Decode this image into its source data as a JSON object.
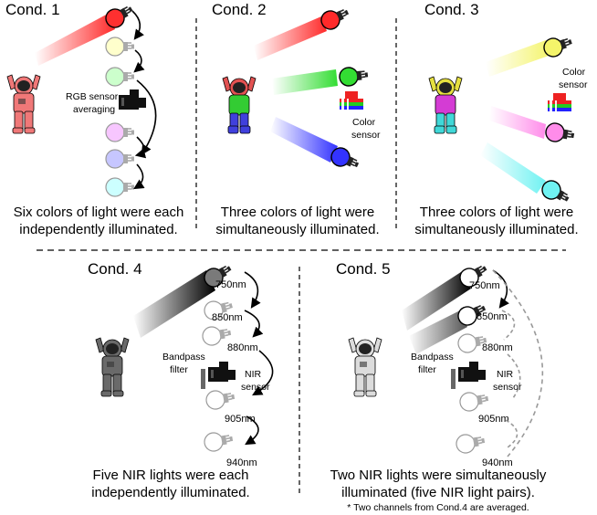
{
  "panels": {
    "cond1": {
      "title": "Cond. 1",
      "sensor_label_line1": "RGB sensor",
      "sensor_label_line2": "averaging",
      "caption_line1": "Six colors of light were each",
      "caption_line2": "independently illuminated."
    },
    "cond2": {
      "title": "Cond. 2",
      "sensor_label_line1": "Color",
      "sensor_label_line2": "sensor",
      "caption_line1": "Three colors of light were",
      "caption_line2": "simultaneously illuminated."
    },
    "cond3": {
      "title": "Cond. 3",
      "sensor_label_line1": "Color",
      "sensor_label_line2": "sensor",
      "caption_line1": "Three colors of light were",
      "caption_line2": "simultaneously illuminated."
    },
    "cond4": {
      "title": "Cond. 4",
      "filter_label_line1": "Bandpass",
      "filter_label_line2": "filter",
      "sensor_label_line1": "NIR",
      "sensor_label_line2": "sensor",
      "wavelengths": [
        "750nm",
        "850nm",
        "880nm",
        "905nm",
        "940nm"
      ],
      "caption_line1": "Five NIR lights were each",
      "caption_line2": "independently illuminated."
    },
    "cond5": {
      "title": "Cond. 5",
      "filter_label_line1": "Bandpass",
      "filter_label_line2": "filter",
      "sensor_label_line1": "NIR",
      "sensor_label_line2": "sensor",
      "wavelengths": [
        "750nm",
        "850nm",
        "880nm",
        "905nm",
        "940nm"
      ],
      "caption_line1": "Two NIR lights were simultaneously",
      "caption_line2": "illuminated (five NIR light pairs).",
      "footnote": "* Two channels from Cond.4 are averaged."
    }
  },
  "colors": {
    "red": "#ff2a2a",
    "green": "#33dd33",
    "blue": "#3333ff",
    "yellow": "#f4f46a",
    "magenta": "#ff7ce8",
    "cyan": "#6ff2f2",
    "dark": "#1a1a1a",
    "gray": "#888888"
  }
}
